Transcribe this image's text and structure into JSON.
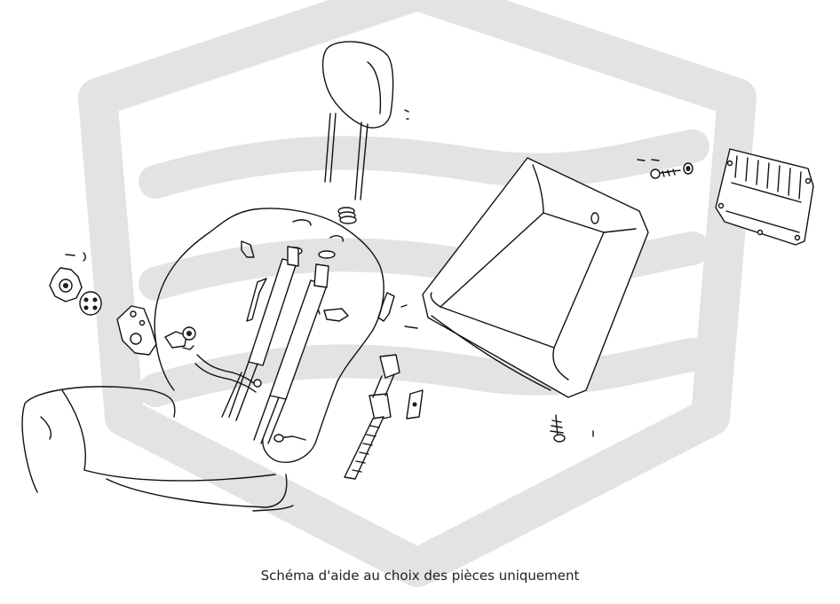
{
  "caption": "Schéma d'aide au choix des pièces uniquement",
  "colors": {
    "background": "#ffffff",
    "watermark": "#e3e3e3",
    "line": "#111111"
  },
  "parts": [
    "headrest",
    "headrest-guide-spring",
    "seat-back-frame",
    "seat-cushion",
    "adjustment-knob",
    "knob-washer",
    "recliner-bracket",
    "recliner-lever",
    "cable-rod",
    "slide-rail-left",
    "slide-rail-right",
    "belt-buckle-rail",
    "clip-bracket",
    "back-panel-shell",
    "screw-washer",
    "self-tapping-screw",
    "map-pocket-grille"
  ]
}
